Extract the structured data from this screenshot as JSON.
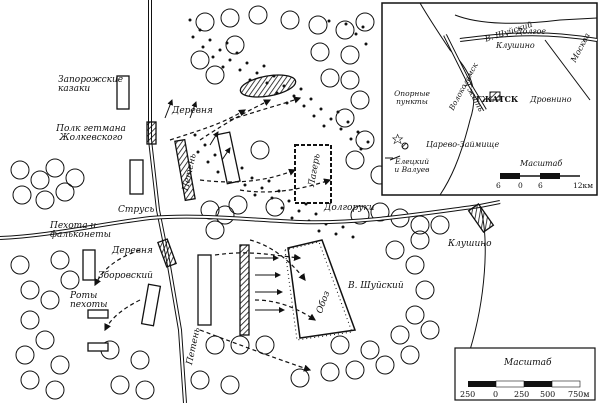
{
  "labels": {
    "zaporozh": "Запорожские казаки",
    "derevnya1": "Деревня",
    "polki": "Полк гетмана Жолкевского",
    "letten1": "Петень",
    "lager": "Лагерь",
    "struss": "Струсь",
    "dolgorukiy": "Долгоруки",
    "pekhota": "Пехота и фальконеты",
    "derevnya2": "Деревня",
    "zborovsky": "Зборовский",
    "roty": "Роты пехоты",
    "letten2": "Петень",
    "oboz": "Обоз",
    "shuisky_main": "В. Шуйский",
    "klushino_main": "Клушино"
  },
  "inset": {
    "shuisky": "В. Шуйский",
    "dolgoe": "Долгое",
    "klushino": "Клушино",
    "gzhat": "Гжать",
    "moskva": "Москва",
    "volokolam": "Волоколамск",
    "opornye": "Опорные пункты",
    "gzhatsk": "ГЖАТСК",
    "drovnino": "Дровнино",
    "tsarevo": "Царево-Займище",
    "eletsky": "Елецкий и Валуев",
    "scale_title": "Масштаб",
    "scale_ticks": [
      "6",
      "0",
      "6",
      "12км"
    ]
  },
  "scale_main": {
    "title": "Масштаб",
    "ticks": [
      "250",
      "0",
      "250",
      "500",
      "750м"
    ]
  }
}
